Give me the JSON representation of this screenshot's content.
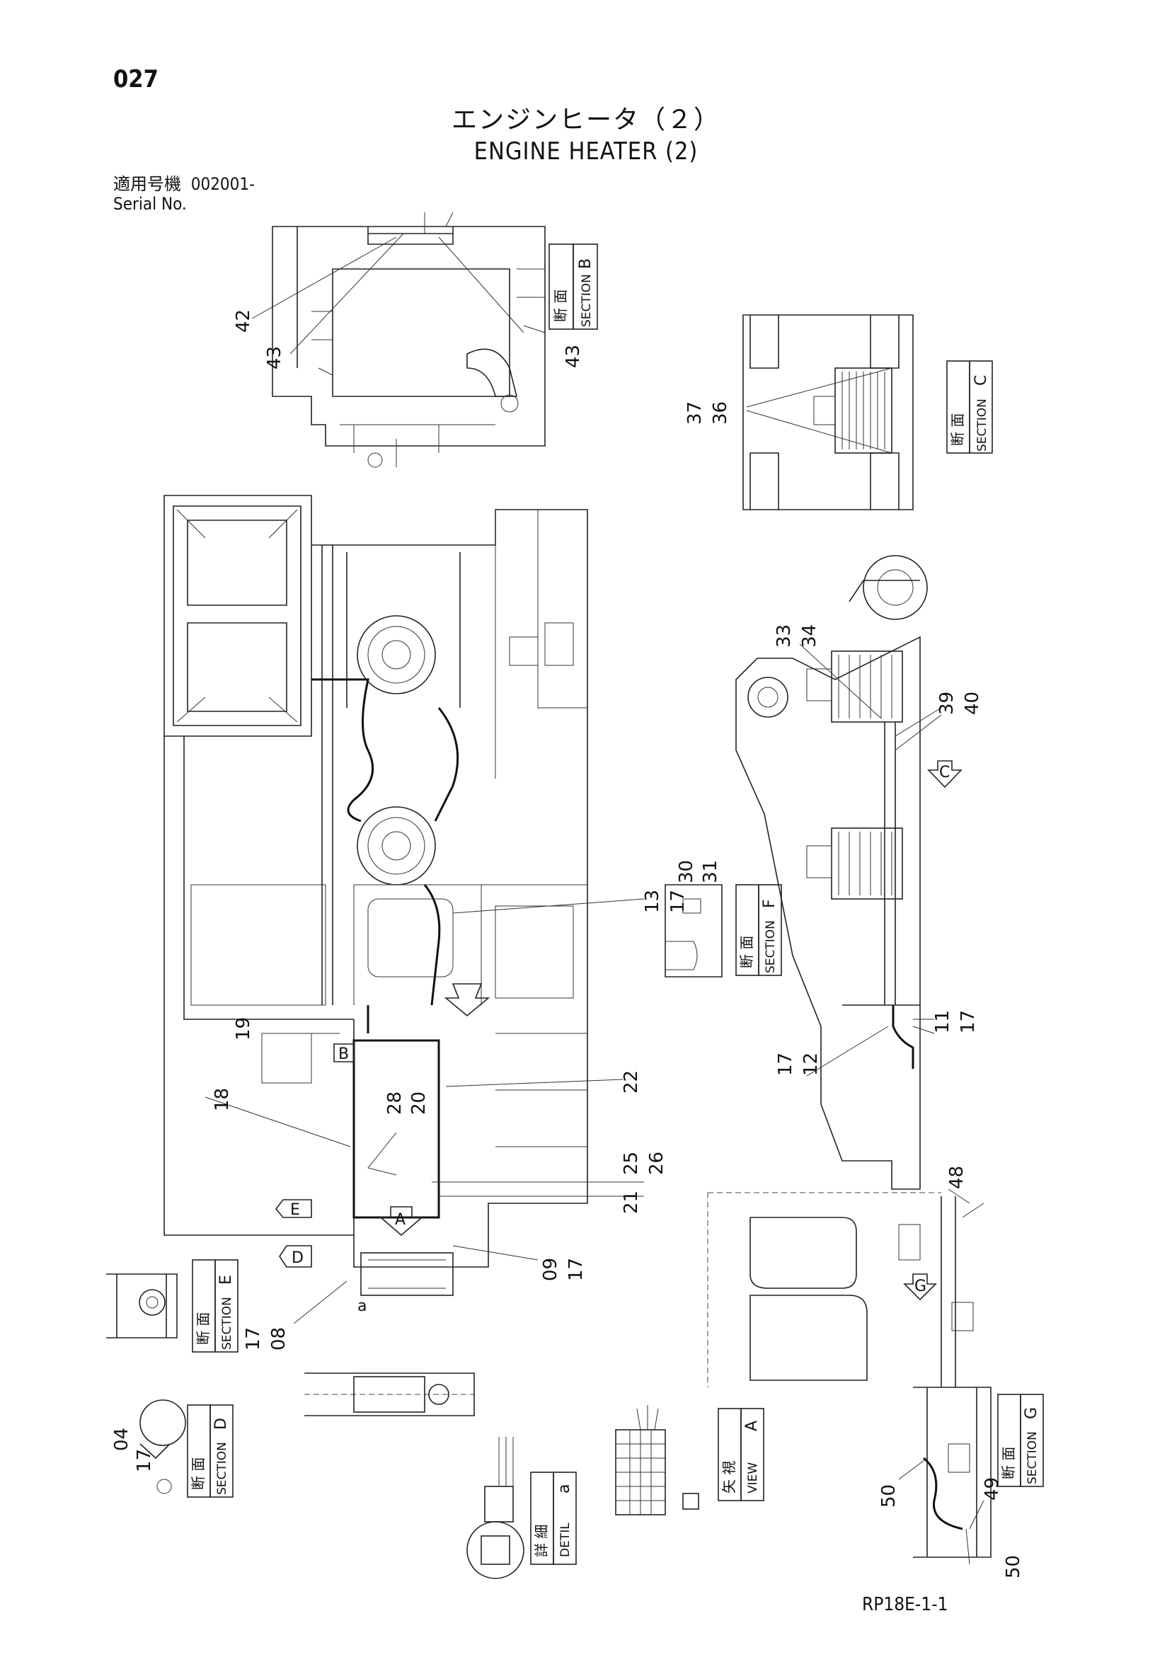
{
  "header": {
    "page_number": "027",
    "title_jp": "エンジンヒータ（２）",
    "title_en": "ENGINE HEATER (2)",
    "serial_jp": "適用号機",
    "serial_value": "002001-",
    "serial_en": "Serial No."
  },
  "footer": {
    "drawing_code": "RP18E-1-1"
  },
  "labels": {
    "section_jp": "断 面",
    "section_en": "SECTION",
    "view_jp": "矢 視",
    "view_en": "VIEW",
    "detail_jp": "詳 細",
    "detail_en": "DETIL",
    "B": "B",
    "C": "C",
    "D": "D",
    "E": "E",
    "F": "F",
    "G": "G",
    "A": "A",
    "a": "a"
  },
  "callouts": {
    "c42": "42",
    "c43a": "43",
    "c43b": "43",
    "c37": "37",
    "c36": "36",
    "c33": "33",
    "c34": "34",
    "c39": "39",
    "c40": "40",
    "c30": "30",
    "c31": "31",
    "c13": "13",
    "c17a": "17",
    "c11": "11",
    "c17b": "17",
    "c17c": "17",
    "c12": "12",
    "c19": "19",
    "c22": "22",
    "c18": "18",
    "c28": "28",
    "c20": "20",
    "c25": "25",
    "c26": "26",
    "c21": "21",
    "c09": "09",
    "c17d": "17",
    "c17e": "17",
    "c08": "08",
    "c48": "48",
    "c04": "04",
    "c17f": "17",
    "c50a": "50",
    "c49": "49",
    "c50b": "50"
  }
}
